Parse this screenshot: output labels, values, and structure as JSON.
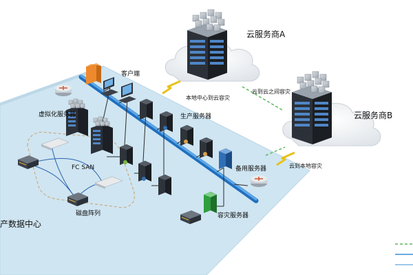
{
  "labels": {
    "client": "客户端",
    "virt": "虚拟化服务器",
    "prod": "生产服务器",
    "fcsan": "FC SAN",
    "disk": "磁盘阵列",
    "backup": "备用服务器",
    "dr": "容灾服务器",
    "dc": "产数据中心",
    "cloudA": "云服务商A",
    "cloudB": "云服务商B",
    "local_to_cloud": "本地中心到云容灾",
    "cloud_to_cloud": "云到云之间容灾",
    "cloud_to_local": "云到本地容灾"
  },
  "colors": {
    "platform": "#c9e1ef",
    "backbone": "#3a8fd6",
    "dashed_link": "#5cb85c",
    "lightning": "#e8c21a",
    "rack_dark": "#2c3139",
    "rack_blue": "#4f86c6",
    "cloud": "#eef1f4",
    "orange_firewall": "#ee8a2c",
    "green_server": "#2e9e3e",
    "blue_server": "#2f6fb5"
  }
}
